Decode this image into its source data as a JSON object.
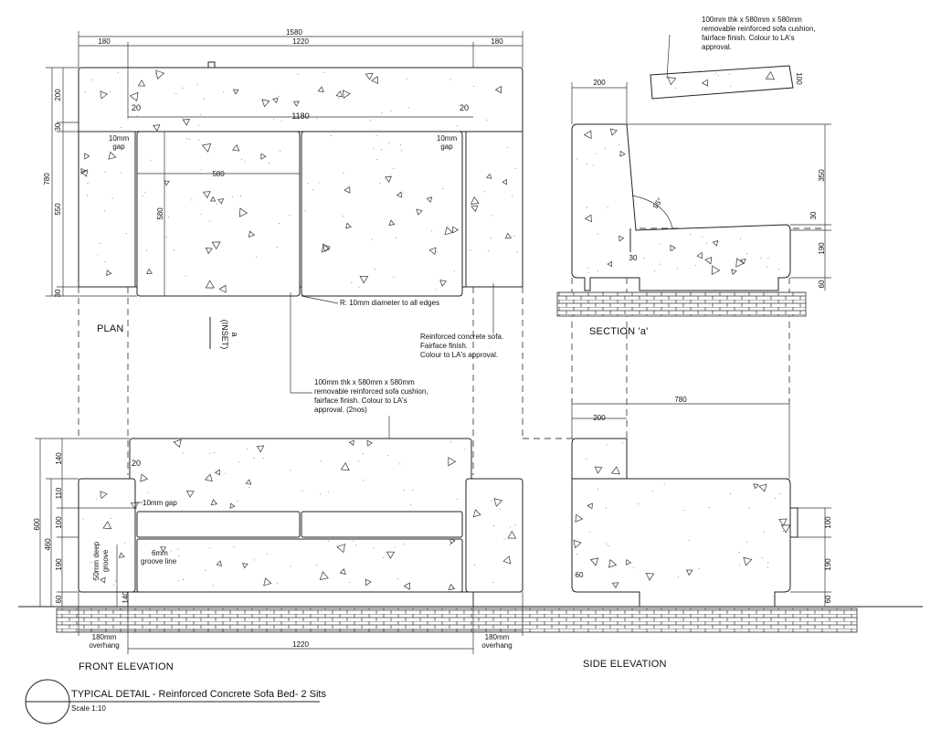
{
  "plan": {
    "label": "PLAN",
    "dims": {
      "overall": "1580",
      "left_arm": "180",
      "seat": "1220",
      "right_arm": "180",
      "back": "200",
      "gap_top": "30",
      "depth_total": "780",
      "seat_depth": "550",
      "bottom": "30",
      "seat_inner": "1180",
      "edge_left": "20",
      "edge_right": "20",
      "cushion_w": "580",
      "cushion_d": "580"
    },
    "gap_left": "10mm\ngap",
    "gap_right": "10mm\ngap",
    "radius_note": "R: 10mm diameter to all edges",
    "section_marker": "a",
    "section_marker_sub": "(INSET)",
    "note_sofa": [
      "Reinforced concrete sofa.",
      "Fairface finish.",
      "Colour to LA's approval."
    ],
    "note_cushion": [
      "100mm thk x 580mm x 580mm",
      "removable reinforced sofa cushion,",
      "fairface finish. Colour to LA's",
      "approval. (2nos)"
    ]
  },
  "section": {
    "label": "SECTION 'a'",
    "dims": {
      "width": "200",
      "back_h": "350",
      "cushion": "30",
      "seat_h": "190",
      "base": "60",
      "inset": "30",
      "angle": "95°"
    },
    "note_cushion": [
      "100mm thk x 580mm x 580mm",
      "removable reinforced sofa cushion,",
      "fairface finish. Colour to LA's",
      "approval."
    ],
    "cushion_thk": "100"
  },
  "front": {
    "label": "FRONT ELEVATION",
    "dims": {
      "height": "600",
      "arm_h": "460",
      "back_top": "140",
      "upper": "110",
      "cushion": "100",
      "lower": "190",
      "base": "60",
      "edge": "20",
      "groove_h": "140",
      "seat": "1220",
      "overhang_l": "180mm\noverhang",
      "overhang_r": "180mm\noverhang"
    },
    "gap_note": "10mm gap",
    "groove_note": "6mm\ngroove line",
    "deep_groove": "50mm deep\ngroove"
  },
  "side": {
    "label": "SIDE ELEVATION",
    "dims": {
      "depth": "780",
      "back": "200",
      "cushion": "100",
      "seat": "190",
      "base": "60",
      "inset": "60"
    }
  },
  "title": {
    "main": "TYPICAL DETAIL - Reinforced Concrete Sofa Bed- 2 Sits",
    "scale": "Scale 1:10"
  }
}
